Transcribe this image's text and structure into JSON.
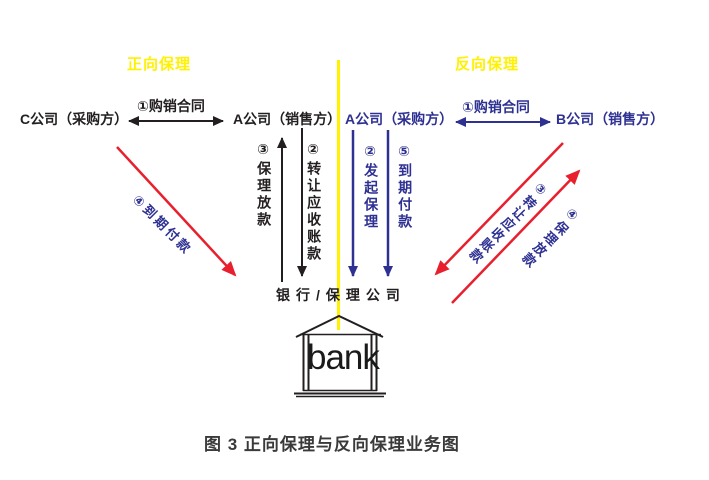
{
  "colors": {
    "yellow": "#FFF100",
    "red": "#E8202E",
    "blue": "#2E3192",
    "ink": "#231F20"
  },
  "forward": {
    "section_label": "正向保理",
    "buyer": "C公司（采购方）",
    "seller": "A公司（销售方）",
    "contract": "①购销合同",
    "factoring_loan": "③保理放款",
    "transfer_receivables": "②转让应收账款",
    "due_payment": "④到期付款"
  },
  "reverse": {
    "section_label": "反向保理",
    "buyer": "A公司（采购方）",
    "seller": "B公司（销售方）",
    "contract": "①购销合同",
    "initiate_factoring": "②发起保理",
    "due_payment": "⑤到期付款",
    "transfer_receivables": "③转让应收账款",
    "factoring_loan": "④保理放款"
  },
  "bank": {
    "label": "银行/保理公司",
    "icon_text": "bank"
  },
  "caption": "图 3  正向保理与反向保理业务图"
}
